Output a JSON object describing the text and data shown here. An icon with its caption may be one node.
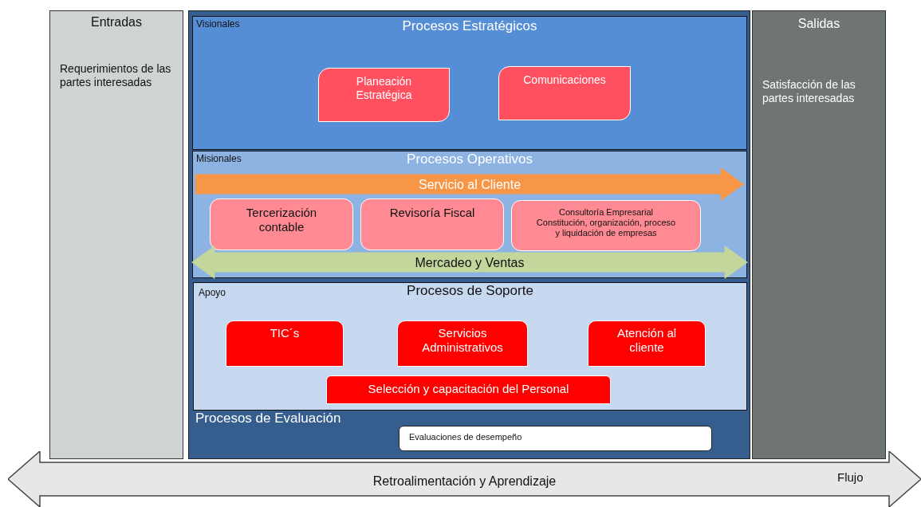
{
  "diagram": {
    "nodes": [
      {
        "text": [
          "Entradas",
          "Requerimientos de las partes interesadas"
        ]
      },
      {
        "text": [
          "Procesos de Evaluación"
        ]
      },
      {
        "text": [
          "Visionales",
          "Procesos Estratégicos"
        ],
        "in": 1
      },
      {
        "text": [
          "Planeación Estratégica"
        ],
        "in": 2
      },
      {
        "text": [
          "Comunicaciones"
        ],
        "in": 2
      },
      {
        "text": [
          "Misionales",
          "Procesos Operativos"
        ],
        "in": 1
      },
      {
        "text": [
          "Servicio al Cliente"
        ],
        "in": 5
      },
      {
        "text": [
          "Tercerización contable"
        ],
        "in": 5
      },
      {
        "text": [
          "Revisoría Fiscal"
        ],
        "in": 5
      },
      {
        "text": [
          "Consultoría Empresarial",
          "Constitución, organización, proceso y liquidación de empresas"
        ],
        "in": 5
      },
      {
        "text": [
          "Mercadeo y Ventas"
        ],
        "in": 5
      },
      {
        "text": [
          "Apoyo",
          "Procesos de Soporte"
        ],
        "in": 1
      },
      {
        "text": [
          "TIC´s"
        ],
        "in": 11
      },
      {
        "text": [
          "Servicios Administrativos"
        ],
        "in": 11
      },
      {
        "text": [
          "Atención al cliente"
        ],
        "in": 11
      },
      {
        "text": [
          "Selección y capacitación del Personal"
        ],
        "in": 11
      },
      {
        "text": [
          "Evaluaciones de desempeño"
        ],
        "in": 1
      },
      {
        "text": [
          "Salidas",
          "Satisfacción de las partes interesadas"
        ]
      },
      {
        "text": [
          "Retroalimentación y Aprendizaje",
          "Flujo"
        ]
      }
    ],
    "edges": []
  }
}
